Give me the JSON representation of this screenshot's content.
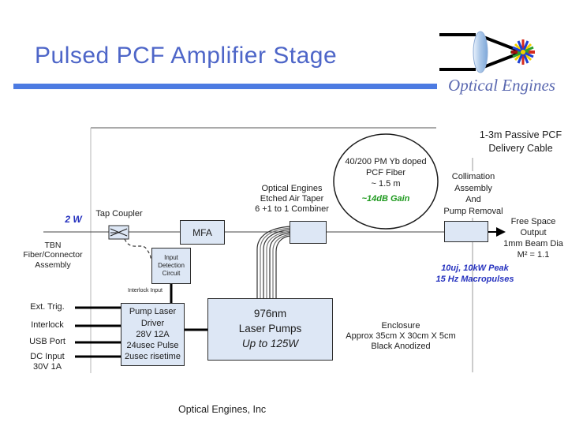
{
  "colors": {
    "title-blue": "#4e66c8",
    "bar-blue": "#4c7be2",
    "accent-blue": "#2733bf",
    "gain-green": "#1f9a1f",
    "box-fill": "#dde7f5",
    "logo-text": "#5a68b0"
  },
  "header": {
    "title": "Pulsed PCF Amplifier Stage",
    "logo_text": "Optical Engines"
  },
  "footer": {
    "text": "Optical Engines, Inc"
  },
  "diagram": {
    "input_power": "2 W",
    "tap_coupler_label": "Tap Coupler",
    "tbn": {
      "l1": "TBN",
      "l2": "Fiber/Connector",
      "l3": "Assembly"
    },
    "mfa_label": "MFA",
    "input_detection": {
      "l1": "Input",
      "l2": "Detection",
      "l3": "Circuit"
    },
    "interlock_input_label": "Interlock Input",
    "combiner_label": {
      "l1": "Optical Engines",
      "l2": "Etched Air Taper",
      "l3": "6 +1 to 1 Combiner"
    },
    "fiber_circle": {
      "l1": "40/200 PM Yb doped",
      "l2": "PCF Fiber",
      "l3": "~ 1.5 m",
      "gain": "~14dB Gain"
    },
    "delivery_cable": {
      "l1": "1-3m Passive PCF",
      "l2": "Delivery Cable"
    },
    "collimation": {
      "l1": "Collimation",
      "l2": "Assembly",
      "l3": "And",
      "l4": "Pump Removal"
    },
    "free_space": {
      "l1": "Free Space",
      "l2": "Output",
      "l3": "1mm Beam Dia",
      "l4": "M² = 1.1"
    },
    "pulse_specs": {
      "l1": "10uj, 10kW Peak",
      "l2": "15 Hz Macropulses"
    },
    "ports": {
      "ext_trig": "Ext. Trig.",
      "interlock": "Interlock",
      "usb": "USB Port",
      "dc1": "DC Input",
      "dc2": "30V 1A"
    },
    "pump_driver": {
      "l1": "Pump Laser",
      "l2": "Driver",
      "l3": "28V 12A",
      "l4": "24usec Pulse",
      "l5": "2usec risetime"
    },
    "laser_pumps": {
      "l1": "976nm",
      "l2": "Laser Pumps",
      "l3": "Up to 125W"
    },
    "enclosure": {
      "l1": "Enclosure",
      "l2": "Approx 35cm X 30cm X 5cm",
      "l3": "Black Anodized"
    }
  }
}
